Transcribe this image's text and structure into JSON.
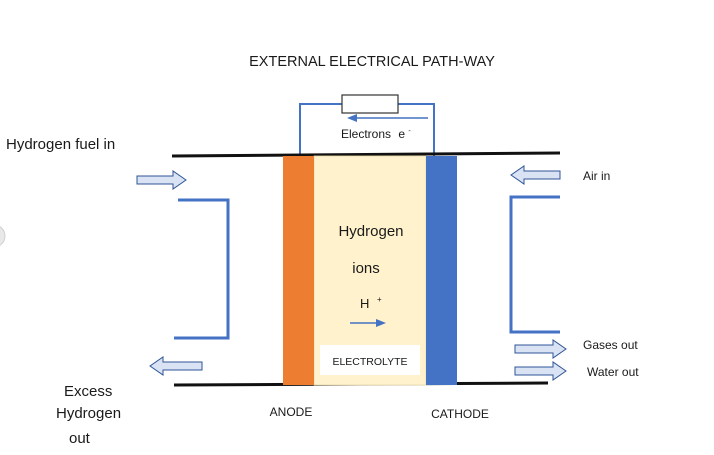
{
  "title": "EXTERNAL ELECTRICAL PATH-WAY",
  "labels": {
    "electrons": "Electrons",
    "electron_symbol": "e",
    "electron_sup": "-",
    "hydrogen_fuel_in": "Hydrogen fuel in",
    "air_in": "Air in",
    "hydrogen": "Hydrogen",
    "ions": "ions",
    "h": "H",
    "h_sup": "+",
    "electrolyte": "ELECTROLYTE",
    "gases_out": "Gases out",
    "water_out": "Water out",
    "excess_line1": "Excess",
    "excess_line2": "Hydrogen",
    "excess_line3": "out",
    "anode": "ANODE",
    "cathode": "CATHODE"
  },
  "colors": {
    "anode": "#ED7D31",
    "cathode": "#4472C4",
    "electrolyte": "#FFF2CC",
    "wire": "#4472C4",
    "arrow_fill": "#DAE3F3",
    "arrow_stroke": "#2F5597",
    "plate_line": "#111111",
    "text": "#1a1a1a"
  }
}
